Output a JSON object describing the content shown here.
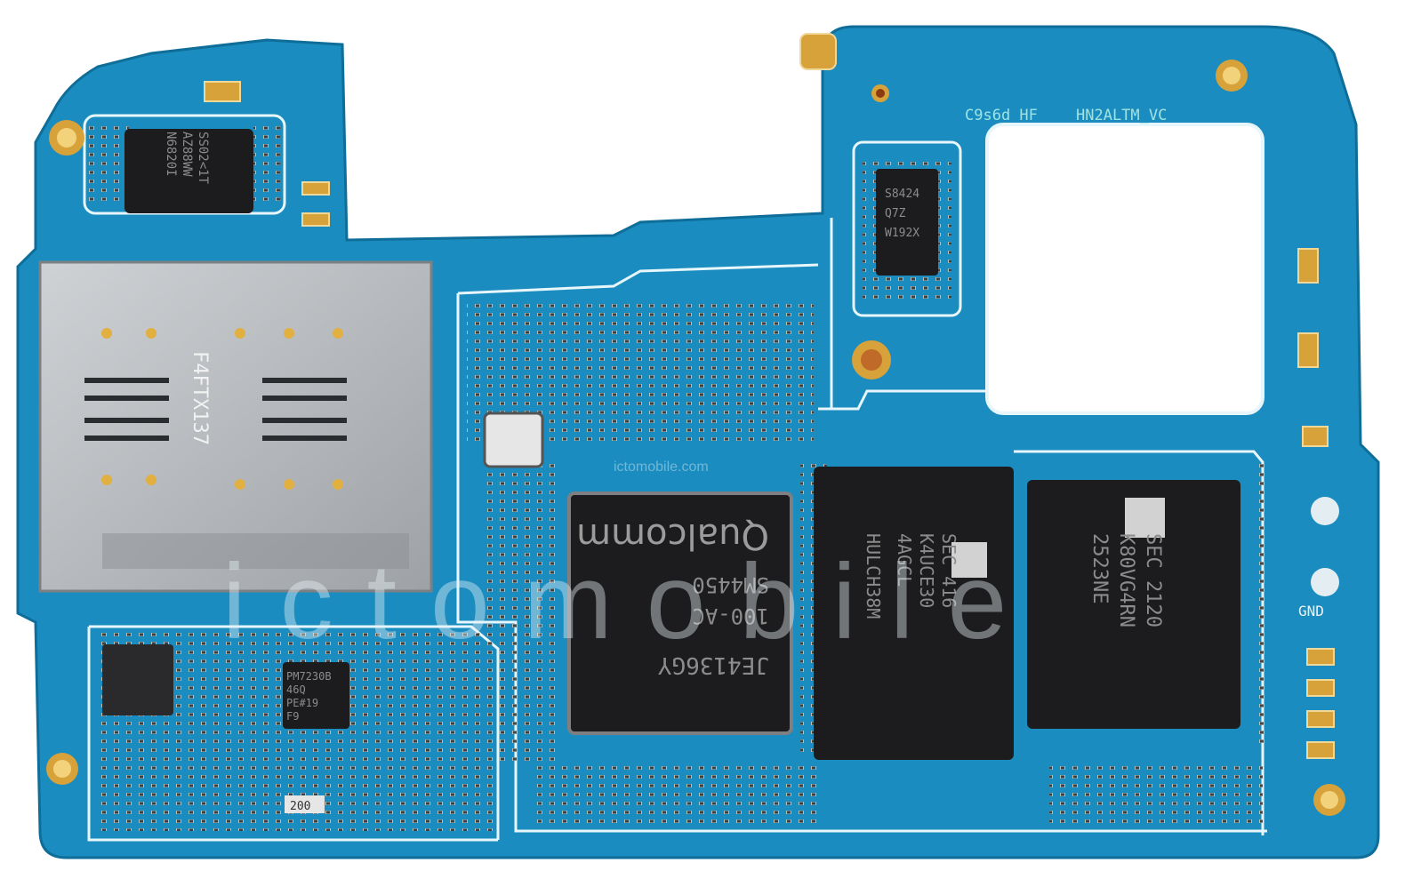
{
  "board": {
    "silkscreen_top": "C9s6d HF",
    "silkscreen_model": "HN2ALTM_VC",
    "silkscreen_gnd": "GND",
    "sim_tray_code": "F4FTX137"
  },
  "chips": {
    "soc": {
      "line1": "JE4136GY",
      "line2": "100-AC",
      "line3": "SM4450",
      "brand": "Qualcomm"
    },
    "memory_left": {
      "line1": "SEC 416",
      "line2": "K4UCE30",
      "line3": "4AGCL",
      "line4": "HULCH38M"
    },
    "memory_right": {
      "line1": "SEC 2120",
      "line2": "K80VG4RN",
      "line3": "2523NE"
    },
    "rf_chip": {
      "line1": "SS02<1T",
      "line2": "AZ88WW",
      "line3": "N6820I"
    },
    "small_chip": {
      "line1": "S8424",
      "line2": "Q7Z",
      "line3": "W192X"
    },
    "pmic": {
      "line1": "PM7230B",
      "line2": "46Q",
      "line3": "PE#19",
      "line4": "F9"
    },
    "label_200": "200"
  },
  "watermark": {
    "main": "ictomobile",
    "url": "ictomobile.com"
  },
  "colors": {
    "pcb": "#1a8cbf",
    "pcb_dark": "#13749f",
    "trace": "#dff4fa",
    "chip": "#1c1c1e",
    "gold": "#d8a23a",
    "metal": "#b9bcc0"
  }
}
